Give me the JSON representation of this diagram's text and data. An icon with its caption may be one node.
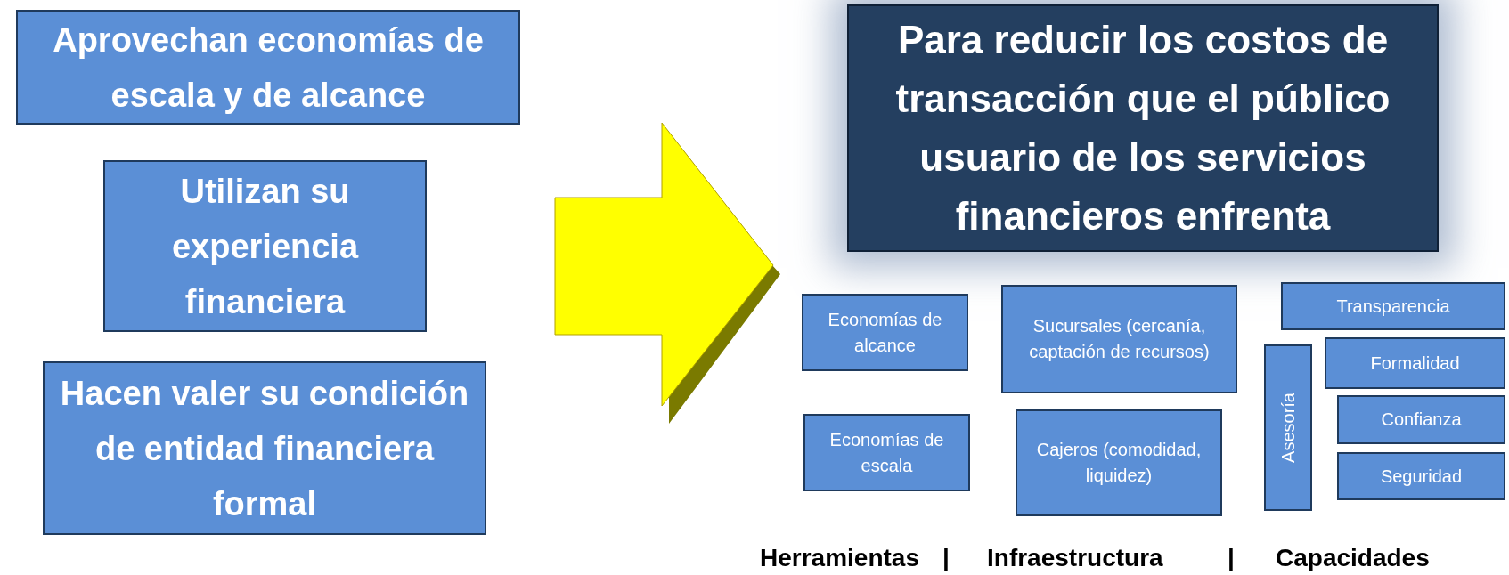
{
  "diagram": {
    "nodes": [
      {
        "text": [
          "Aprovechan economías de escala y de alcance"
        ]
      },
      {
        "text": [
          "Utilizan su experiencia financiera"
        ]
      },
      {
        "text": [
          "Hacen valer su condición de entidad financiera formal"
        ]
      },
      {
        "text": [
          "Para reducir los costos de transacción que el público usuario de los servicios financieros enfrenta"
        ]
      },
      {
        "text": [
          "Economías de alcance"
        ]
      },
      {
        "text": [
          "Sucursales (cercanía, captación de recursos)"
        ]
      },
      {
        "text": [
          "Transparencia"
        ]
      },
      {
        "text": [
          "Asesoría"
        ]
      },
      {
        "text": [
          "Formalidad"
        ]
      },
      {
        "text": [
          "Confianza"
        ]
      },
      {
        "text": [
          "Seguridad"
        ]
      },
      {
        "text": [
          "Economías de escala"
        ]
      },
      {
        "text": [
          "Cajeros (comodidad, liquidez)"
        ]
      }
    ],
    "labels": [
      "Herramientas",
      "|",
      "Infraestructura",
      "|",
      "Capacidades"
    ]
  }
}
